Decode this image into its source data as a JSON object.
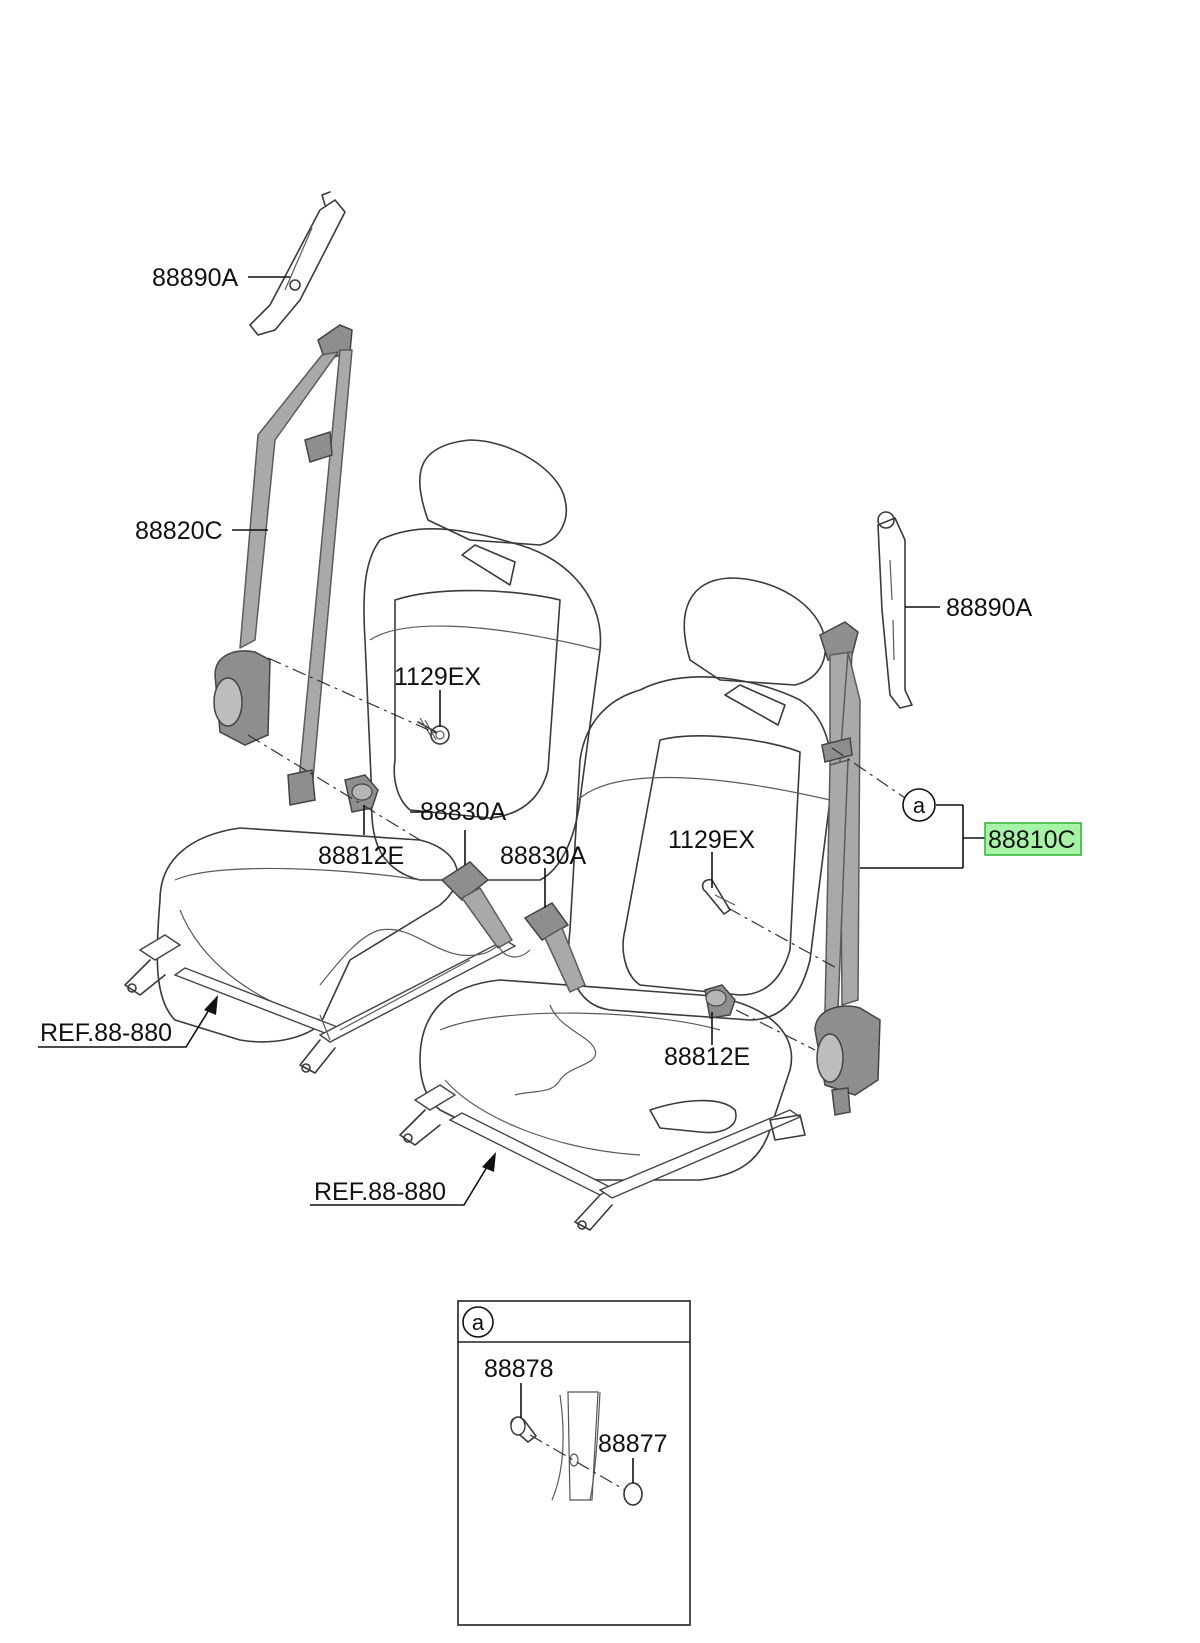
{
  "labels": {
    "anchor_left": "88890A",
    "belt_left": "88820C",
    "bolt_left": "1129EX",
    "buckle_1": "88830A",
    "buckle_2": "88830A",
    "stud_left": "88812E",
    "ref_left": "REF.88-880",
    "anchor_right": "88890A",
    "belt_right": "88810C",
    "bolt_right": "1129EX",
    "stud_right": "88812E",
    "ref_right": "REF.88-880",
    "callout_a": "a"
  },
  "detail": {
    "title": "a",
    "part_1": "88878",
    "part_2": "88877"
  },
  "colors": {
    "highlight_fill": "#a6f5a6",
    "highlight_stroke": "#2fb32f",
    "belt_gray": "#a9a9a9"
  }
}
